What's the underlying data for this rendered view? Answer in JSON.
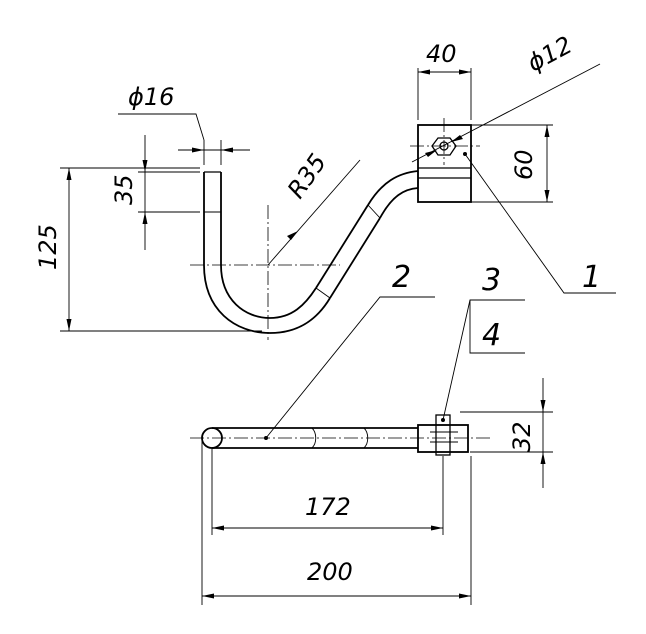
{
  "dimensions": {
    "d16": "ϕ16",
    "d12": "ϕ12",
    "w40": "40",
    "h60": "60",
    "h35": "35",
    "h125": "125",
    "r35": "R35",
    "h32": "32",
    "w172": "172",
    "w200": "200"
  },
  "callouts": {
    "part1": "1",
    "part2": "2",
    "part3": "3",
    "part4": "4"
  }
}
